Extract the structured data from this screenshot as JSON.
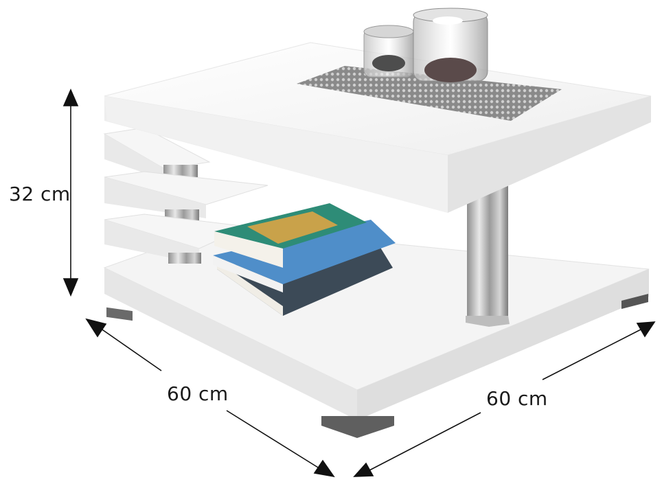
{
  "dimensions": {
    "height": "32 cm",
    "depth": "60 cm",
    "width": "60 cm"
  },
  "product": {
    "colors": {
      "top_white": "#f7f7f7",
      "shadow": "#d9d9d9",
      "chrome": "#a9a9a9",
      "inlay": "#7d7d7d"
    }
  },
  "books": {
    "top_cover_color": "#2e8c77",
    "blue_cover_color": "#4f8ec9",
    "dark_cover_color": "#3c4a57"
  }
}
